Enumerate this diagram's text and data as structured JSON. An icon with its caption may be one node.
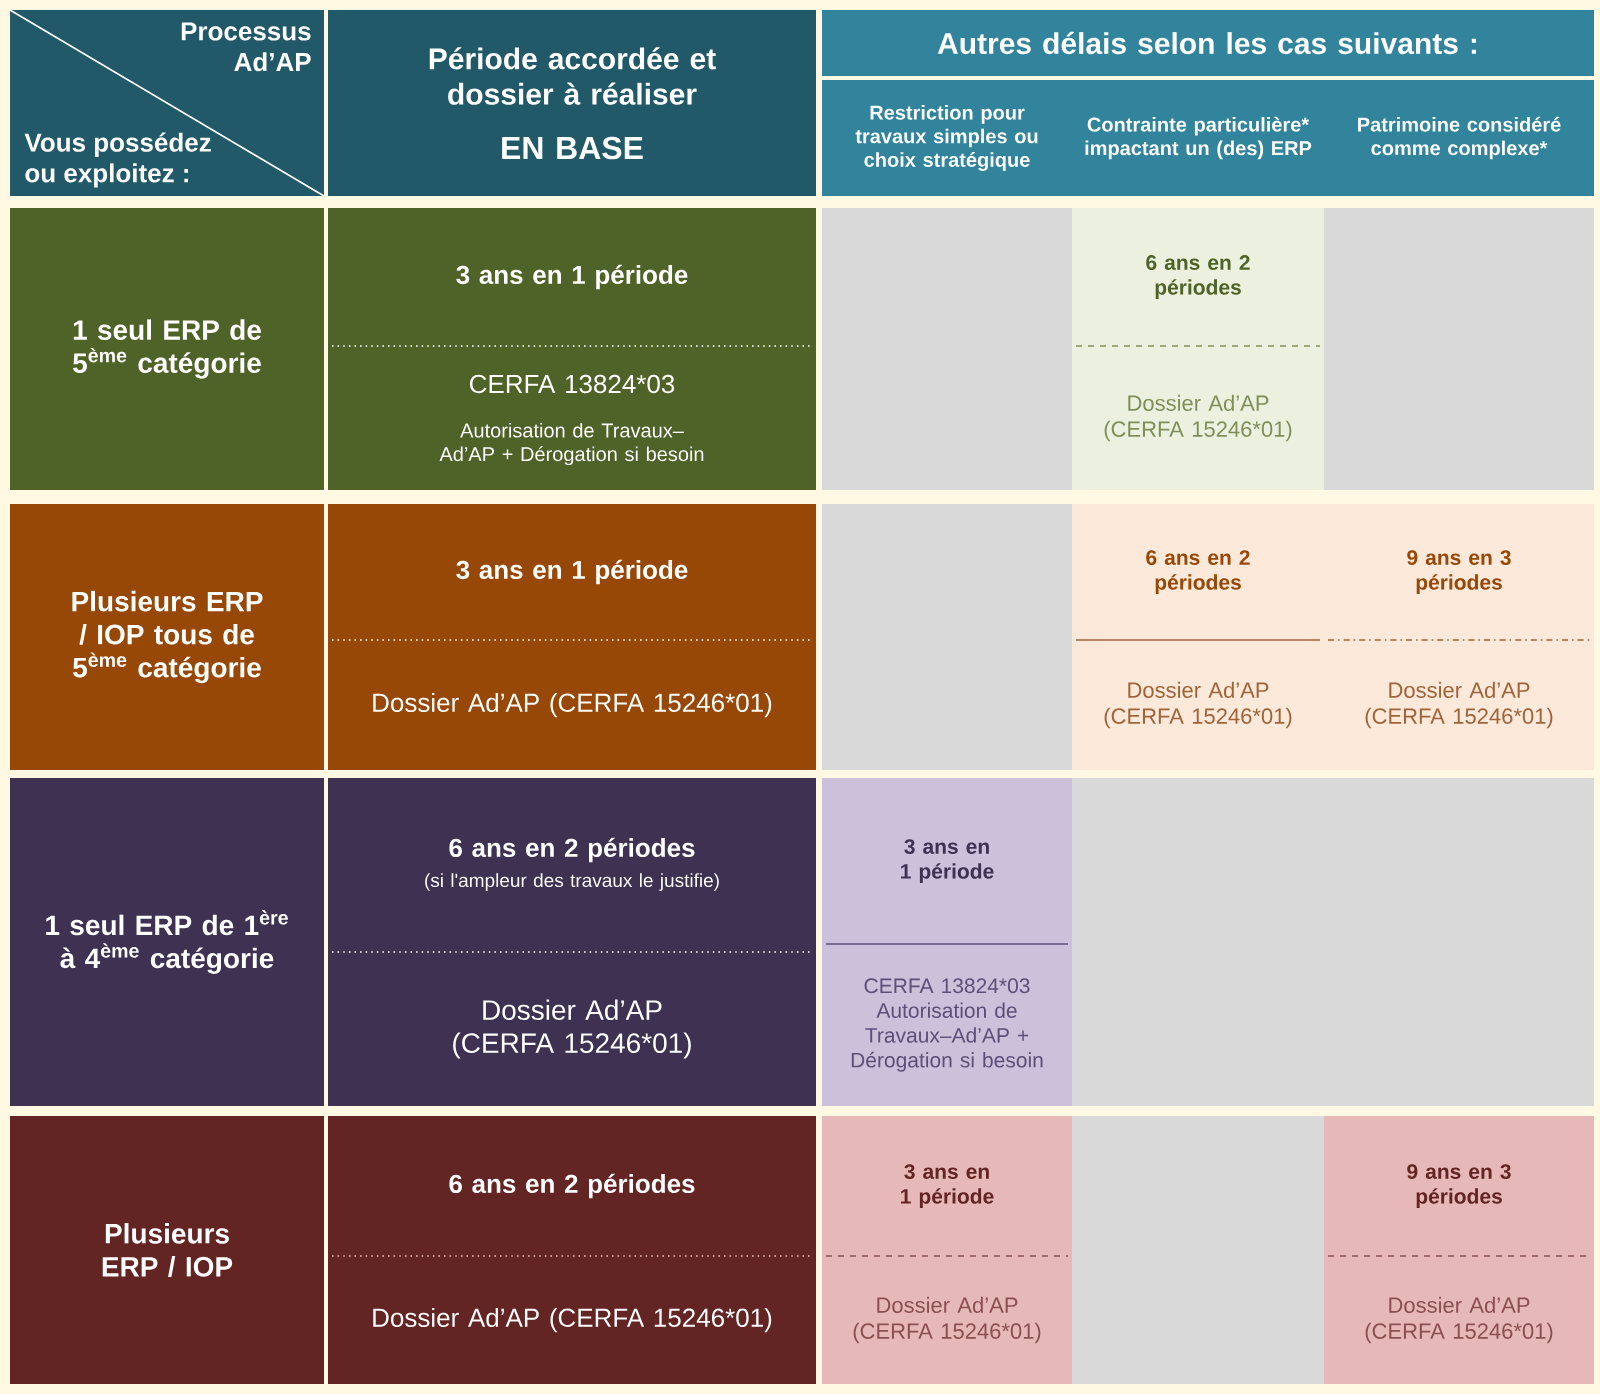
{
  "diagram": {
    "labels": [
      "Processus Ad’AP",
      "Vous possédez ou exploitez :",
      "Période accordée et dossier à réaliser",
      "EN BASE",
      "Autres délais selon les cas suivants :",
      "Restriction pour travaux simples ou choix stratégique",
      "Contrainte particulière* impactant un (des) ERP",
      "Patrimoine considéré comme complexe*",
      "1 seul ERP de 5$^{ème}$ catégorie",
      "3 ans en 1 période",
      "CERFA 13824*03",
      "Autorisation de Travaux–Ad’AP + Dérogation si besoin",
      "6 ans en 2 périodes",
      "Dossier Ad’AP (CERFA 15246*01)",
      "Plusieurs ERP / IOP tous de 5$^{ème}$ catégorie",
      "3 ans en 1 période",
      "Dossier Ad’AP (CERFA 15246*01)",
      "6 ans en 2 périodes",
      "9 ans en 3 périodes",
      "Dossier Ad’AP (CERFA 15246*01)",
      "Dossier Ad’AP (CERFA 15246*01)",
      "1 seul ERP de 1$^{ère}$ à 4$^{ème}$ catégorie",
      "6 ans en 2 périodes",
      "(si l'ampleur des travaux le justifie)",
      "Dossier Ad’AP (CERFA 15246*01)",
      "3 ans en 1 période",
      "CERFA 13824*03 Autorisation de Travaux–Ad’AP + Dérogation si besoin",
      "Plusieurs ERP / IOP",
      "6 ans en 2 périodes",
      "Dossier Ad’AP (CERFA 15246*01)",
      "3 ans en 1 période",
      "9 ans en 3 périodes",
      "Dossier Ad’AP (CERFA 15246*01)",
      "Dossier Ad’AP (CERFA 15246*01)"
    ]
  }
}
